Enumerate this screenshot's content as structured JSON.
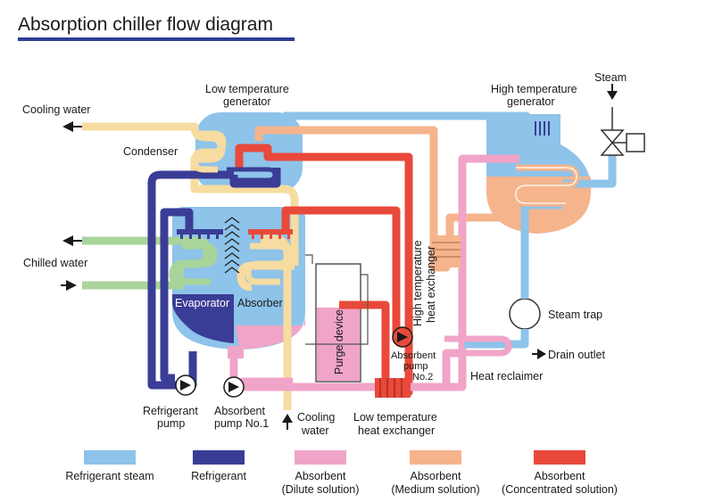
{
  "title": "Absorption chiller flow diagram",
  "labels": {
    "cooling_water_out": "Cooling water",
    "low_temp_generator_1": "Low temperature",
    "low_temp_generator_2": "generator",
    "high_temp_generator_1": "High temperature",
    "high_temp_generator_2": "generator",
    "steam": "Steam",
    "condenser": "Condenser",
    "chilled_water": "Chilled water",
    "evaporator": "Evaporator",
    "absorber": "Absorber",
    "purge_device": "Purge device",
    "high_temp_hx_1": "High temperature",
    "high_temp_hx_2": "heat exchanger",
    "steam_trap": "Steam trap",
    "absorbent_pump_no2_1": "Absorbent",
    "absorbent_pump_no2_2": "pump",
    "absorbent_pump_no2_3": "No.2",
    "drain_outlet": "Drain outlet",
    "heat_reclaimer": "Heat reclaimer",
    "refrigerant_pump_1": "Refrigerant",
    "refrigerant_pump_2": "pump",
    "absorbent_pump_no1_1": "Absorbent",
    "absorbent_pump_no1_2": "pump No.1",
    "cooling_water_in_1": "Cooling",
    "cooling_water_in_2": "water",
    "low_temp_hx_1": "Low temperature",
    "low_temp_hx_2": "heat exchanger"
  },
  "legend": [
    {
      "line1": "Refrigerant steam",
      "line2": "",
      "color": "#8ec3ea"
    },
    {
      "line1": "Refrigerant",
      "line2": "",
      "color": "#3a3d96"
    },
    {
      "line1": "Absorbent",
      "line2": "(Dilute solution)",
      "color": "#f0a4c8"
    },
    {
      "line1": "Absorbent",
      "line2": "(Medium solution)",
      "color": "#f5b48c"
    },
    {
      "line1": "Absorbent",
      "line2": "(Concentrated solution)",
      "color": "#e8493a"
    }
  ],
  "colors": {
    "refrigerant_steam": "#8ec3ea",
    "refrigerant": "#3a3d96",
    "dilute": "#f0a4c8",
    "medium": "#f5b48c",
    "concentrated": "#e8493a",
    "cooling_water": "#f6dca0",
    "chilled_water": "#a9d49a",
    "title_rule": "#2c3f95"
  }
}
